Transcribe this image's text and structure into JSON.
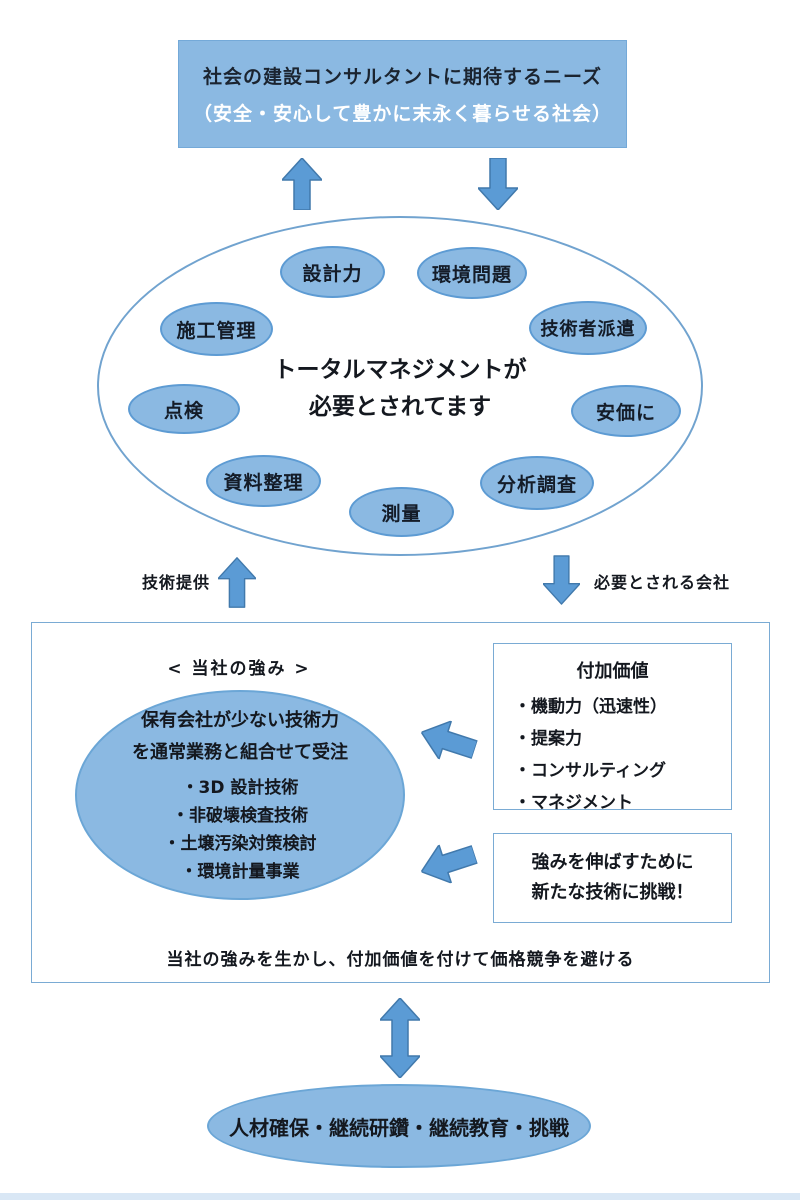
{
  "top_box": {
    "line1": "社会の建設コンサルタントに期待するニーズ",
    "line2": "（安全・安心して豊かに末永く暮らせる社会）"
  },
  "needs": {
    "center_line1": "トータルマネジメントが",
    "center_line2": "必要とされてます",
    "items": [
      "設計力",
      "環境問題",
      "施工管理",
      "技術者派遣",
      "点検",
      "安価に",
      "資料整理",
      "分析調査",
      "測量"
    ]
  },
  "flow": {
    "provide_label": "技術提供",
    "needed_label": "必要とされる会社"
  },
  "strengths": {
    "title": "< 当社の強み >",
    "ellipse_line1": "保有会社が少ない技術力",
    "ellipse_line2": "を通常業務と組合せて受注",
    "ellipse_bullets": [
      "・3D 設計技術",
      "・非破壊検査技術",
      "・土壌汚染対策検討",
      "・環境計量事業"
    ],
    "value_title": "付加価値",
    "value_bullets": [
      "・機動力（迅速性）",
      "・提案力",
      "・コンサルティング",
      "・マネジメント"
    ],
    "challenge_line1": "強みを伸ばすために",
    "challenge_line2": "新たな技術に挑戦！",
    "bottom_note": "当社の強みを生かし、付加価値を付けて価格競争を避ける"
  },
  "foundation": {
    "label": "人材確保・継続研鑽・継続教育・挑戦"
  },
  "colors": {
    "fill_blue": "#8bb9e2",
    "border_blue": "#5d9bd3",
    "arrow_blue": "#5b9bd5",
    "arrow_stroke": "#4179ac",
    "outline_blue": "#71a3cf",
    "text_dark": "#14181f",
    "text_white": "#ffffff"
  }
}
